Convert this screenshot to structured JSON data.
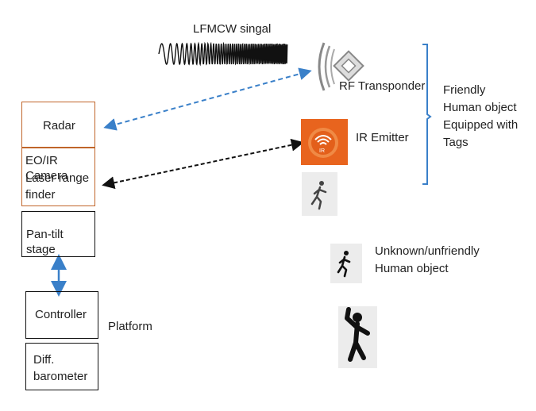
{
  "signal_label": "LFMCW singal",
  "rf_transponder_label": "RF Transponder",
  "ir_emitter_label": "IR Emitter",
  "ir_badge": "IR",
  "friendly_group": [
    "Friendly",
    "Human object",
    "Equipped with",
    "Tags"
  ],
  "unknown_label": [
    "Unknown/unfriendly",
    "Human object"
  ],
  "platform": {
    "radar": "Radar",
    "eo_ir": [
      "EO/IR Camera",
      "Laser range",
      "finder"
    ],
    "pan_tilt": "Pan-tilt stage",
    "controller": "Controller",
    "barometer": [
      "Diff.",
      "barometer"
    ],
    "platform_label": "Platform"
  },
  "colors": {
    "sensor_border": "#c0652a",
    "radar_link": "#3a80c9",
    "bracket": "#3a80c9",
    "ir_emitter_bg": "#e8641e"
  },
  "icons": [
    "rf-transponder-icon",
    "ir-emitter-icon",
    "running-person-icon",
    "running-person-icon",
    "dancing-person-icon"
  ]
}
